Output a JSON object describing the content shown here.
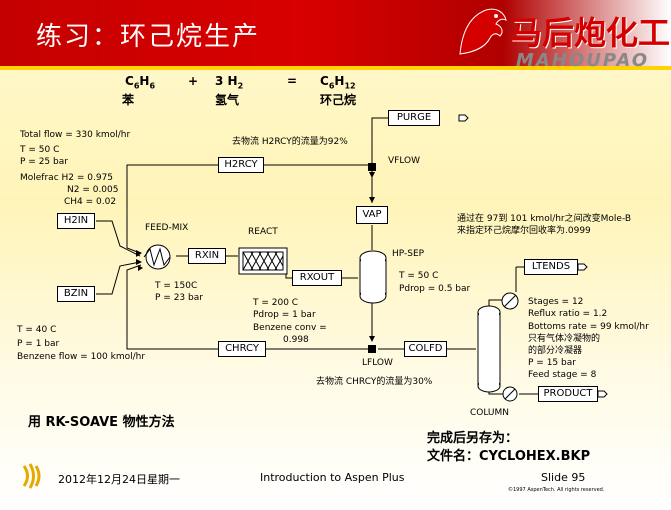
{
  "title": "练习：环己烷生产",
  "logo": {
    "cn": "马后炮化工",
    "en": "MAHOUPAO"
  },
  "equation": {
    "term1": "C6H6",
    "term1_cn": "苯",
    "plus": "+",
    "term2": "3 H2",
    "term2_cn": "氢气",
    "equals": "=",
    "term3": "C6H12",
    "term3_cn": "环己烷"
  },
  "feed_h2": {
    "lines": [
      "Total flow = 330 kmol/hr",
      "T = 50 C",
      "P = 25 bar",
      "Molefrac  H2 = 0.975",
      "N2 = 0.005",
      "CH4 = 0.02"
    ]
  },
  "feed_bz": {
    "lines": [
      "T = 40 C",
      "P = 1 bar",
      "Benzene flow = 100 kmol/hr"
    ]
  },
  "streams": {
    "h2in": "H2IN",
    "bzin": "BZIN",
    "h2rcy": "H2RCY",
    "purge": "PURGE",
    "vflow": "VFLOW",
    "vap": "VAP",
    "rxin": "RXIN",
    "rxout": "RXOUT",
    "chrcy": "CHRCY",
    "lflow": "LFLOW",
    "colfd": "COLFD",
    "ltends": "LTENDS",
    "product": "PRODUCT"
  },
  "blocks": {
    "feedmix": "FEED-MIX",
    "react": "REACT",
    "hpsep": "HP-SEP",
    "column": "COLUMN"
  },
  "notes": {
    "h2rcy_split": "去物流 H2RCY的流量为92%",
    "chrcy_split": "去物流 CHRCY的流量为30%",
    "column_note_1": "通过在 97到 101 kmol/hr之间改变Mole-B",
    "column_note_2": "来指定环己烷摩尔回收率为.0999"
  },
  "feedmix_cond": [
    "T = 150C",
    "P = 23 bar"
  ],
  "react_cond": [
    "T = 200 C",
    "Pdrop = 1 bar",
    "Benzene conv =",
    "0.998"
  ],
  "hpsep_cond": [
    "T = 50 C",
    "Pdrop = 0.5 bar"
  ],
  "column_spec": [
    "Stages = 12",
    "Reflux ratio = 1.2",
    "Bottoms rate = 99 kmol/hr",
    "只有气体冷凝物的",
    "的部分冷凝器",
    "P = 15 bar",
    "Feed stage = 8"
  ],
  "property_method": "用 RK-SOAVE 物性方法",
  "save": {
    "line1": "完成后另存为：",
    "line2": "文件名：CYCLOHEX.BKP"
  },
  "footer": {
    "date": "2012年12月24日星期一",
    "course": "Introduction to Aspen Plus",
    "slide": "Slide 95",
    "copyright": "©1997 AspenTech.  All rights reserved."
  }
}
